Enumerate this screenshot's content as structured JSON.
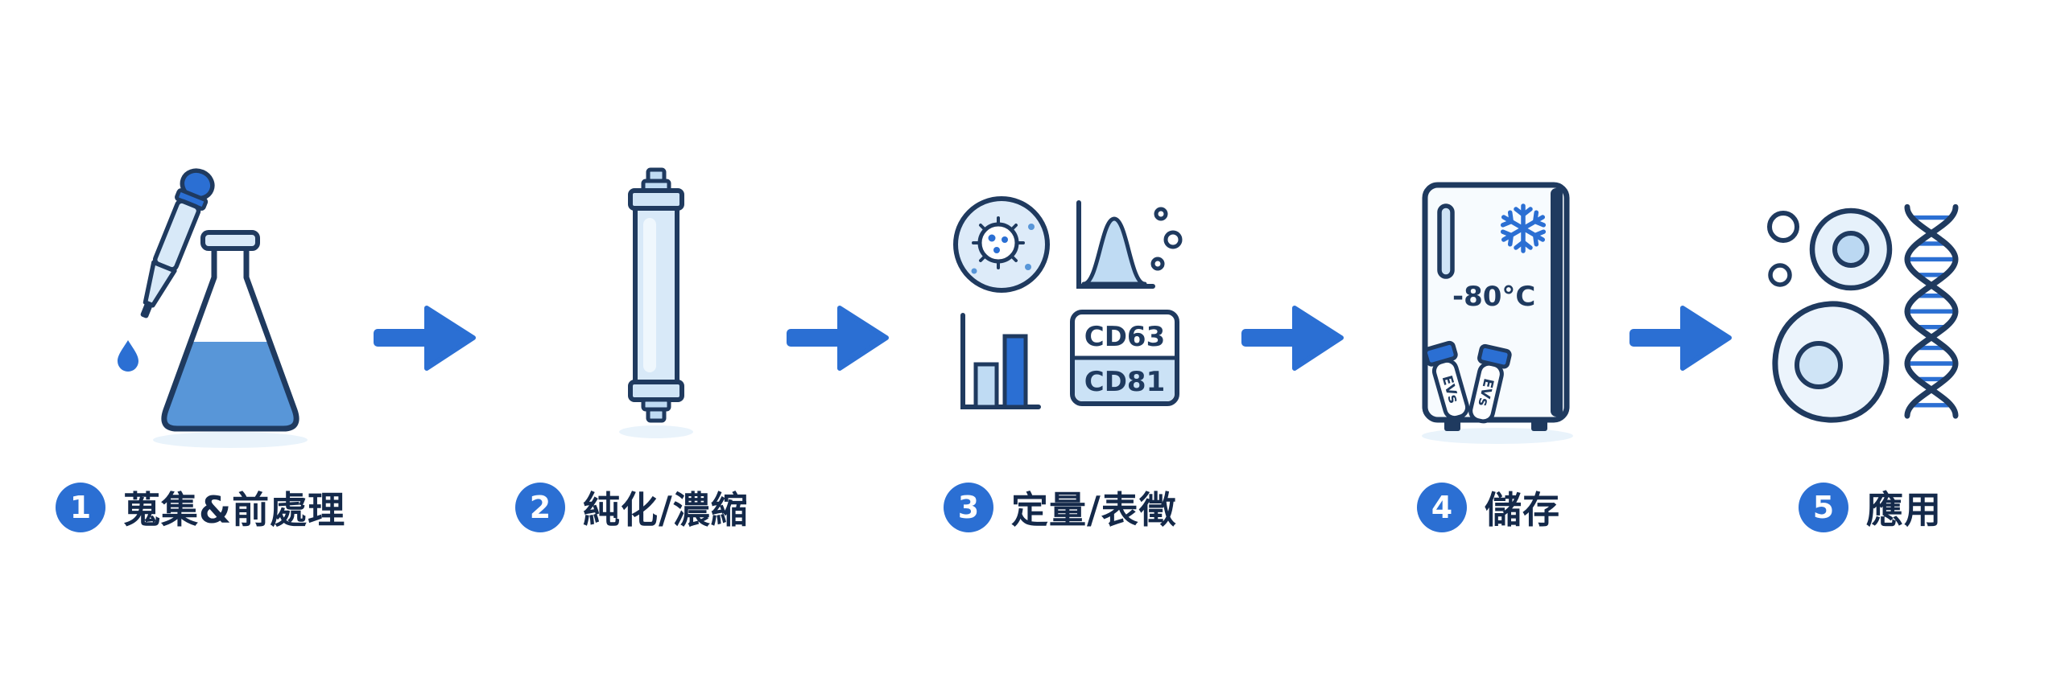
{
  "steps": [
    {
      "number": "1",
      "label": "蒐集&前處理",
      "icon": "dropper-flask-icon"
    },
    {
      "number": "2",
      "label": "純化/濃縮",
      "icon": "purification-column-icon"
    },
    {
      "number": "3",
      "label": "定量/表徵",
      "icon": "characterization-charts-icon",
      "markers": [
        "CD63",
        "CD81"
      ]
    },
    {
      "number": "4",
      "label": "儲存",
      "icon": "freezer-icon",
      "temperature": "-80°C",
      "tube_label": "EVs"
    },
    {
      "number": "5",
      "label": "應用",
      "icon": "cells-dna-icon"
    }
  ],
  "colors": {
    "primary_blue": "#2B6FD3",
    "outline_navy": "#1F3A5F",
    "light_blue_fill": "#D8E9F8",
    "pale_blue_fill": "#EAF4FC",
    "mid_blue_fill": "#5896D8",
    "bar_light_fill": "#BFDBF3",
    "label_text": "#14294A",
    "shadow": "#E9F3FB",
    "background": "#FFFFFF"
  }
}
